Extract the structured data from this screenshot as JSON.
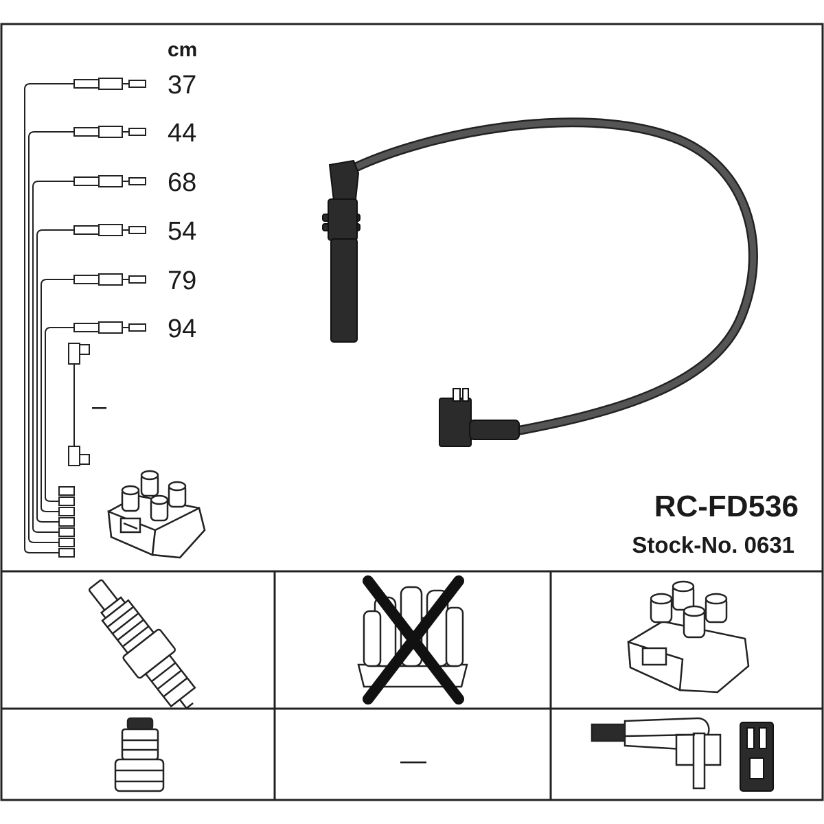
{
  "header": {
    "unit": "cm",
    "product_code": "RC-FD536",
    "stock_number": "Stock-No. 0631"
  },
  "cables": [
    {
      "length": "37"
    },
    {
      "length": "44"
    },
    {
      "length": "68"
    },
    {
      "length": "54"
    },
    {
      "length": "79"
    },
    {
      "length": "94"
    },
    {
      "length": "–"
    }
  ],
  "panels": {
    "distributor_cap": {
      "excluded": true
    },
    "middle_bottom_value": "—"
  },
  "colors": {
    "ink": "#1a1a1a",
    "border": "#222222",
    "background": "#ffffff"
  }
}
